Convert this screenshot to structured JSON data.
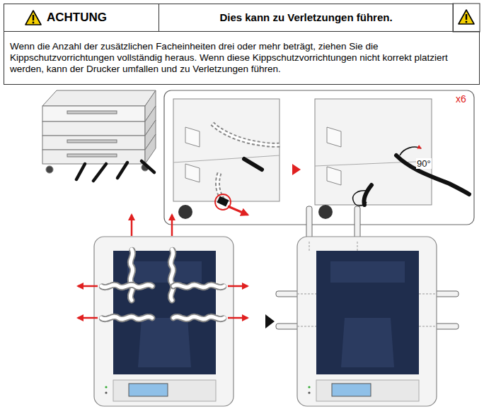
{
  "diagram": {
    "nodes": [
      {
        "text": [
          "ACHTUNG"
        ]
      },
      {
        "text": [
          "Dies kann zu Verletzungen führen."
        ]
      },
      {
        "text": [
          "Wenn die Anzahl der zusätzlichen Facheinheiten drei oder mehr beträgt, ziehen Sie die Kippschutzvorrichtungen vollständig heraus. Wenn diese Kippschutzvorrichtungen nicht korrekt platziert werden, kann der Drucker umfallen und zu Verletzungen führen."
        ]
      }
    ],
    "labels": [
      "x6",
      "90°"
    ]
  }
}
